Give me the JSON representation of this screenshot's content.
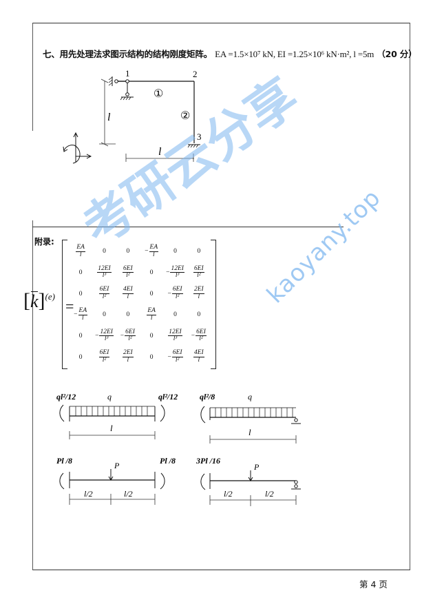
{
  "question": {
    "number_prefix": "七、",
    "text": "用先处理法求图示结构的结构刚度矩阵。",
    "params": "EA =1.5×10⁷ kN, EI =1.25×10⁶ kN·m², l =5m",
    "score": "（20 分）"
  },
  "structure_figure": {
    "node_labels": [
      "1",
      "2",
      "3"
    ],
    "element_labels": [
      "①",
      "②"
    ],
    "dimension_labels": {
      "vertical": "l",
      "horizontal": "l"
    }
  },
  "appendix": {
    "label": "附录:",
    "lhs_symbol": "k",
    "lhs_superscript": "(e)",
    "equals": "=",
    "matrix": [
      [
        "EA/l",
        "0",
        "0",
        "-EA/l",
        "0",
        "0"
      ],
      [
        "0",
        "12EI/l³",
        "6EI/l²",
        "0",
        "-12EI/l³",
        "6EI/l²"
      ],
      [
        "0",
        "6EI/l²",
        "4EI/l",
        "0",
        "-6EI/l²",
        "2EI/l"
      ],
      [
        "-EA/l",
        "0",
        "0",
        "EA/l",
        "0",
        "0"
      ],
      [
        "0",
        "-12EI/l³",
        "-6EI/l²",
        "0",
        "12EI/l³",
        "-6EI/l²"
      ],
      [
        "0",
        "6EI/l²",
        "2EI/l",
        "0",
        "-6EI/l²",
        "4EI/l"
      ]
    ]
  },
  "fixed_end_diagrams": [
    {
      "left_moment": "ql²/12",
      "right_moment": "ql²/12",
      "load": "q",
      "span": "l"
    },
    {
      "left_moment": "ql²/8",
      "load": "q",
      "span": "l"
    },
    {
      "left_moment": "Pl /8",
      "right_moment": "Pl /8",
      "load": "P",
      "spans": [
        "l/2",
        "l/2"
      ]
    },
    {
      "left_moment": "3Pl /16",
      "load": "P",
      "spans": [
        "l/2",
        "l/2"
      ]
    }
  ],
  "watermark": {
    "url": "kaoyany.top",
    "chinese": "考研云分享"
  },
  "footer": {
    "page": "第 4 页"
  }
}
